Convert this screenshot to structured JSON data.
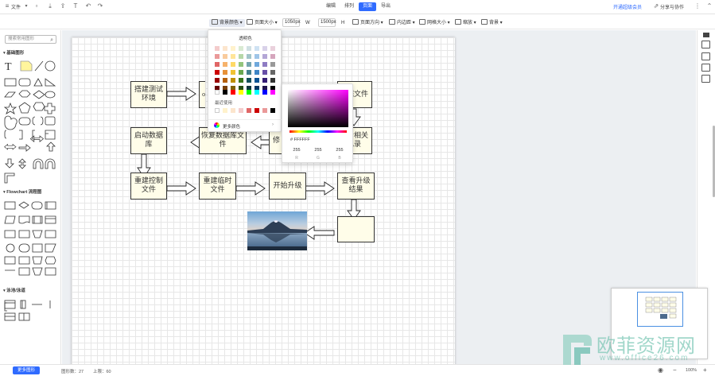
{
  "topbar": {
    "file_label": "文件",
    "tabs": [
      {
        "label": "编辑"
      },
      {
        "label": "排列"
      },
      {
        "label": "页面",
        "active": true
      },
      {
        "label": "导出"
      }
    ],
    "vip_link": "开通超级会员",
    "share_label": "分享与协作"
  },
  "toolbar": {
    "bg_color": "背景颜色",
    "page_size": "页面大小",
    "width_value": "1050px",
    "width_label": "W",
    "height_value": "1500px",
    "height_label": "H",
    "orientation": "页面方向",
    "margin": "内边距",
    "grid_size": "网格大小",
    "zoom": "缩放",
    "pattern": "背景"
  },
  "sidebar": {
    "search_placeholder": "搜索常用图形",
    "sections": [
      {
        "title": "基础图形"
      },
      {
        "title": "Flowchart 流程图"
      },
      {
        "title": "泳池/泳道"
      }
    ],
    "more_button": "更多图形"
  },
  "color_popup": {
    "transparent_label": "透明色",
    "recent_label": "最近使用",
    "more_colors_label": "更多颜色",
    "palette_rows": [
      [
        "#f4cccc",
        "#fce5cd",
        "#fff2cc",
        "#d9ead3",
        "#d0e0e3",
        "#cfe2f3",
        "#d9d2e9",
        "#ead1dc"
      ],
      [
        "#ea9999",
        "#f9cb9c",
        "#ffe599",
        "#b6d7a8",
        "#a2c4c9",
        "#9fc5e8",
        "#b4a7d6",
        "#d5a6bd"
      ],
      [
        "#e06666",
        "#f6b26b",
        "#ffd966",
        "#93c47d",
        "#76a5af",
        "#6fa8dc",
        "#8e7cc3",
        "#999999"
      ],
      [
        "#cc0000",
        "#e69138",
        "#f1c232",
        "#6aa84f",
        "#45818e",
        "#3d85c6",
        "#674ea7",
        "#666666"
      ],
      [
        "#990000",
        "#b45f06",
        "#bf9000",
        "#38761d",
        "#134f5c",
        "#0b5394",
        "#351c75",
        "#333333"
      ],
      [
        "#660000",
        "#783f04",
        "#7f6000",
        "#274e13",
        "#0c343d",
        "#073763",
        "#20124d",
        "#000000"
      ]
    ],
    "bright_row": [
      "#ffffff",
      "#000000",
      "#ff0000",
      "#ffff00",
      "#00ff00",
      "#00ffff",
      "#0000ff",
      "#ff00ff"
    ],
    "recent_row": [
      "#ffffff",
      "#fff2cc",
      "#fce5cd",
      "#f4cccc",
      "#e06666",
      "#cc0000",
      "#ea9999",
      "#000000"
    ]
  },
  "color_picker": {
    "hex": "FFFFFF",
    "r": "255",
    "g": "255",
    "b": "255",
    "r_label": "R",
    "g_label": "G",
    "b_label": "B"
  },
  "diagram": {
    "boxes": [
      {
        "id": "b1",
        "text": "搭建测试环境"
      },
      {
        "id": "b2",
        "text": "o"
      },
      {
        "id": "b4",
        "text": "数据文件"
      },
      {
        "id": "b5",
        "text": "启动数据库"
      },
      {
        "id": "b6",
        "text": "恢复数据库文件"
      },
      {
        "id": "b7",
        "text": "修"
      },
      {
        "id": "b8",
        "text": "查看相关记录"
      },
      {
        "id": "b9",
        "text": "重建控制文件"
      },
      {
        "id": "b10",
        "text": "重建临时文件"
      },
      {
        "id": "b11",
        "text": "开始升级"
      },
      {
        "id": "b12",
        "text": "查看升级结果"
      },
      {
        "id": "b13",
        "text": ""
      }
    ]
  },
  "statusbar": {
    "shape_count": "图形数：27",
    "upper_limit": "上限：60",
    "zoom": "100%"
  },
  "watermark": {
    "title": "欧菲资源网",
    "url": "www.office26.com"
  },
  "colors": {
    "accent": "#2f6bff",
    "box_fill": "#fffde9"
  }
}
